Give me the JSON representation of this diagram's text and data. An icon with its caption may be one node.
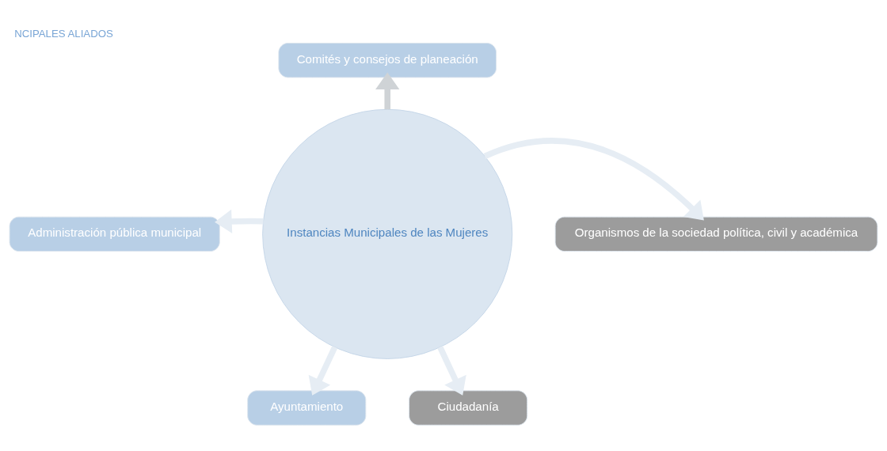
{
  "diagram": {
    "title": "NCIPALES ALIADOS",
    "nodes": [
      {
        "text": [
          "Instancias Municipales de las Mujeres"
        ]
      },
      {
        "text": [
          "Comités y consejos de planeación"
        ]
      },
      {
        "text": [
          "Administración pública municipal"
        ]
      },
      {
        "text": [
          "Organismos de la sociedad política, civil y académica"
        ]
      },
      {
        "text": [
          "Ayuntamiento"
        ]
      },
      {
        "text": [
          "Ciudadanía"
        ]
      }
    ],
    "edges": [
      {
        "from": 0,
        "to": 1,
        "arrow": "to",
        "color": "#cfd3d6"
      },
      {
        "from": 0,
        "to": 2,
        "arrow": "to"
      },
      {
        "from": 0,
        "to": 3,
        "arrow": "to"
      },
      {
        "from": 0,
        "to": 4,
        "arrow": "to"
      },
      {
        "from": 0,
        "to": 5,
        "arrow": "to"
      }
    ]
  }
}
